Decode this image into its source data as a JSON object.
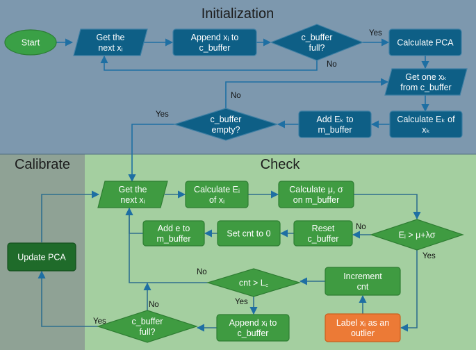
{
  "regions": {
    "initialization": {
      "title": "Initialization",
      "bg": "#7d98ae"
    },
    "calibrate": {
      "title": "Calibrate",
      "bg": "#8fa295"
    },
    "check": {
      "title": "Check",
      "bg": "#a4cfa0"
    }
  },
  "colors": {
    "init_node": "#0e5f86",
    "init_stroke": "#3f7fa4",
    "start": "#3aa046",
    "check_node": "#3f9b41",
    "check_stroke": "#2e7d32",
    "calibrate_node": "#1f6b2a",
    "outlier": "#ec7a36",
    "arrow_init": "#1e6fa3",
    "arrow_check": "#2f6f8e"
  },
  "nodes": {
    "start": "Start",
    "get_next_init": "Get the next xᵢ",
    "append_c_buffer_init": "Append xᵢ to c_buffer",
    "c_buffer_full_init": "c_buffer full?",
    "calculate_pca": "Calculate PCA",
    "get_one_xk": "Get one xₖ from c_buffer",
    "calculate_ek": "Calculate Eₖ of xₖ",
    "add_ek": "Add Eₖ to m_buffer",
    "c_buffer_empty": "c_buffer empty?",
    "get_next_check": "Get the next xᵢ",
    "calculate_ei": "Calculate Eᵢ of xᵢ",
    "calculate_mu_sigma": "Calculate μ, σ on m_buffer",
    "ei_condition": "Eᵢ > μ+λσ",
    "reset_c_buffer": "Reset c_buffer",
    "set_cnt": "Set cnt to 0",
    "add_e_m_buffer": "Add e to m_buffer",
    "update_pca": "Update PCA",
    "cnt_condition": "cnt > L꜀",
    "increment_cnt": "Increment cnt",
    "label_outlier": "Label xᵢ as an outlier",
    "append_c_buffer_check": "Append xᵢ to c_buffer",
    "c_buffer_full_check": "c_buffer full?"
  },
  "edge_labels": {
    "full_yes": "Yes",
    "full_no": "No",
    "empty_no": "No",
    "empty_yes": "Yes",
    "ei_no": "No",
    "ei_yes": "Yes",
    "cnt_no": "No",
    "cnt_yes": "Yes",
    "full2_yes": "Yes",
    "full2_no": "No"
  }
}
